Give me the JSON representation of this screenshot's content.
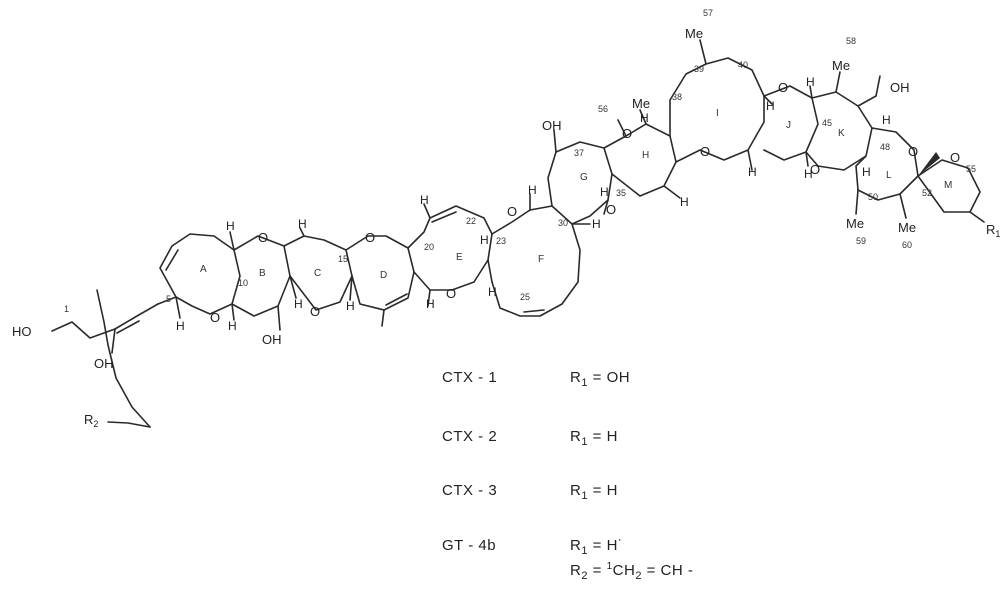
{
  "atoms": {
    "O": "O",
    "H": "H",
    "OH": "OH",
    "HO": "HO",
    "Me": "Me",
    "R": "R"
  },
  "numbering": {
    "c1": "1",
    "c5": "5",
    "c10": "10",
    "c15": "15",
    "c20": "20",
    "c22": "22",
    "c23": "23",
    "c25": "25",
    "c30": "30",
    "c35": "35",
    "c37": "37",
    "c38": "38",
    "c39": "39",
    "c40": "40",
    "c45": "45",
    "c48": "48",
    "c50": "50",
    "c52": "52",
    "c55": "55",
    "c56": "56",
    "c57": "57",
    "c58": "58",
    "c59": "59",
    "c60": "60"
  },
  "rings": {
    "A": "A",
    "B": "B",
    "C": "C",
    "D": "D",
    "E": "E",
    "F": "F",
    "G": "G",
    "H": "H",
    "I": "I",
    "J": "J",
    "K": "K",
    "L": "L",
    "M": "M"
  },
  "substituents": {
    "r1_sub": "1",
    "r2_sub": "2"
  },
  "variants": [
    {
      "code": "CTX - 1",
      "r1": "R",
      "r1_sub": "1",
      "r1_value": " = OH"
    },
    {
      "code": "CTX - 2",
      "r1": "R",
      "r1_sub": "1",
      "r1_value": " = H"
    },
    {
      "code": "CTX - 3",
      "r1": "R",
      "r1_sub": "1",
      "r1_value": " = H"
    },
    {
      "code": "GT - 4b",
      "r1": "R",
      "r1_sub": "1",
      "r1_value": " = H˙"
    }
  ],
  "r2_definition": {
    "label": "R",
    "sub": "2",
    "eq": " = ",
    "sup": "1",
    "group": "CH",
    "group_sub": "2",
    "tail": " = CH -"
  }
}
